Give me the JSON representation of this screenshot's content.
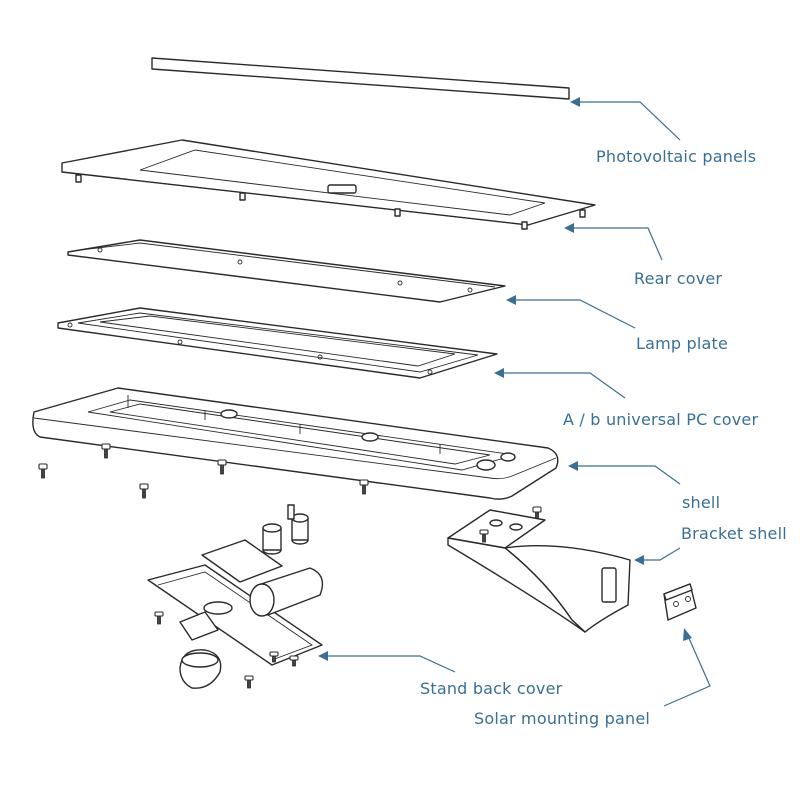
{
  "colors": {
    "label": "#3a6f96",
    "leader": "#3b6e93",
    "line_art": "#2a2a2a"
  },
  "labels": {
    "photovoltaic": "Photovoltaic panels",
    "rear_cover": "Rear cover",
    "lamp_plate": "Lamp plate",
    "pc_cover": "A / b universal PC cover",
    "shell": "shell",
    "bracket_shell": "Bracket shell",
    "stand_back_cover": "Stand back cover",
    "solar_mounting_panel": "Solar mounting panel"
  }
}
